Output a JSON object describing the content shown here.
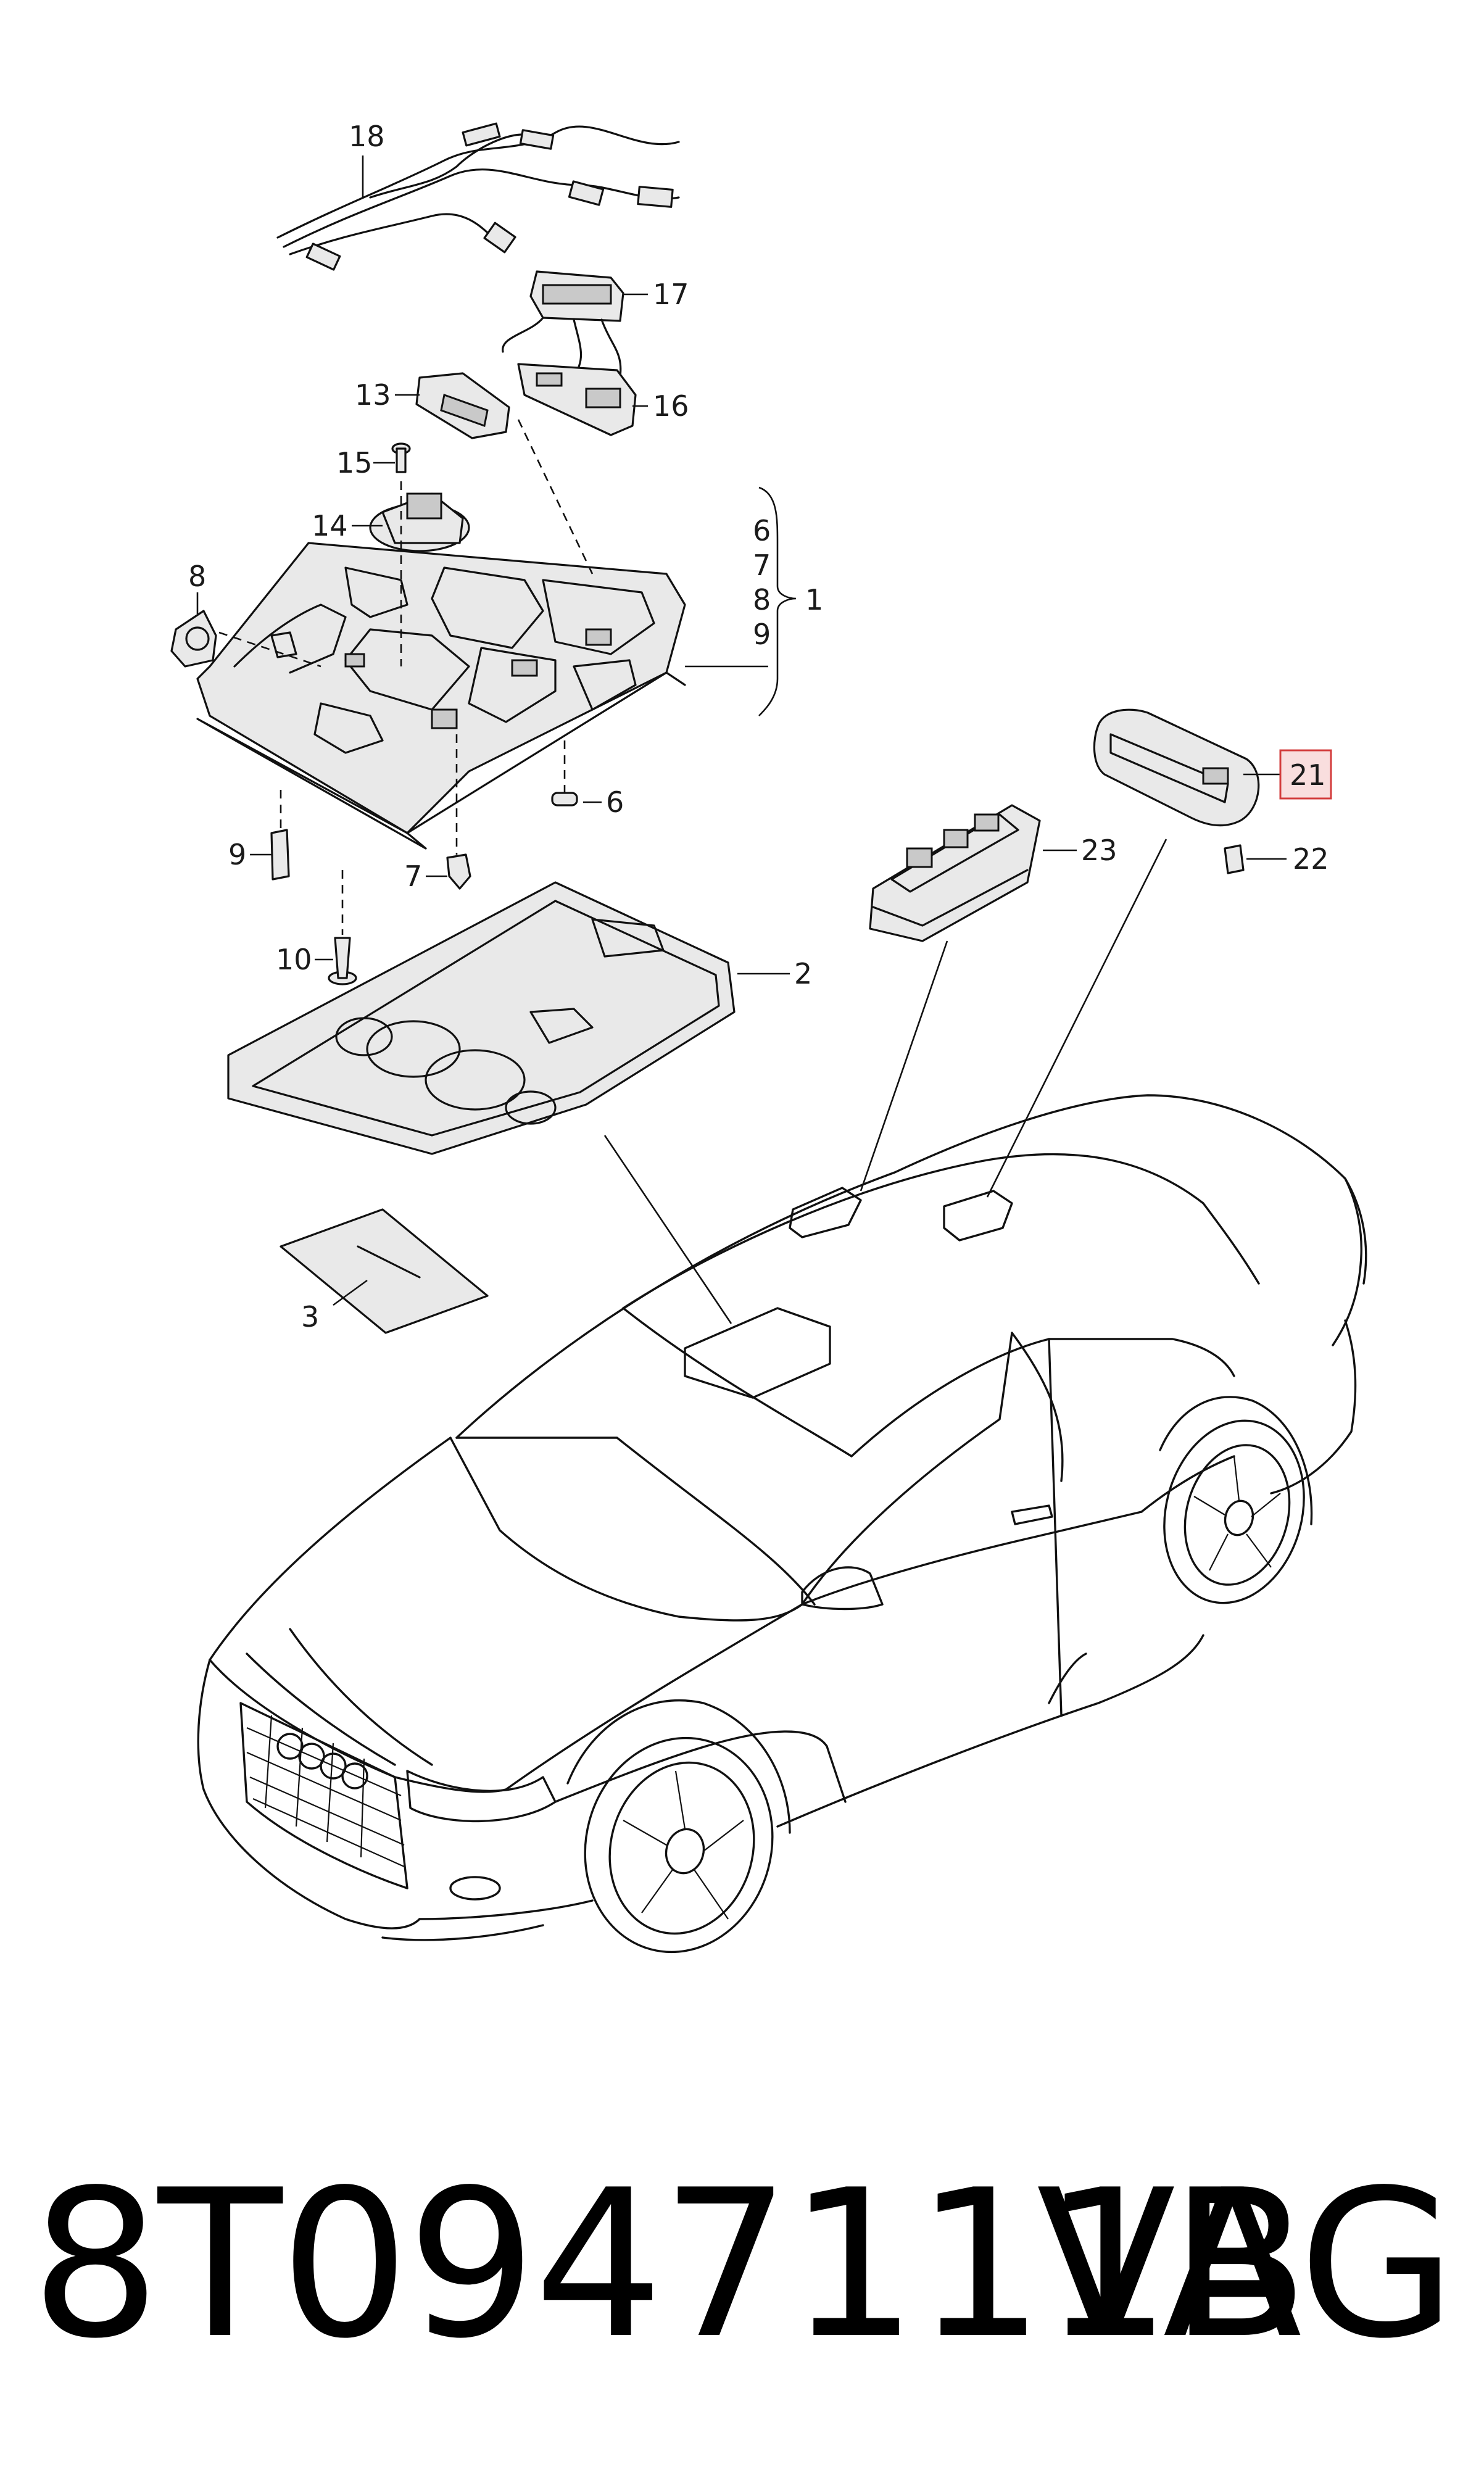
{
  "diagram": {
    "callouts": {
      "c1": "1",
      "c2": "2",
      "c3": "3",
      "c6a": "6",
      "c6b": "6",
      "c7a": "7",
      "c7b": "7",
      "c8a": "8",
      "c8b": "8",
      "c9a": "9",
      "c9b": "9",
      "c10": "10",
      "c13": "13",
      "c14": "14",
      "c15": "15",
      "c16": "16",
      "c17": "17",
      "c18": "18",
      "c21": "21",
      "c22": "22",
      "c23": "23"
    },
    "highlighted_callout": "21",
    "highlight_color": "#d33c3c"
  },
  "footer": {
    "part_number": "8T0947111B",
    "brand": "VAG"
  }
}
